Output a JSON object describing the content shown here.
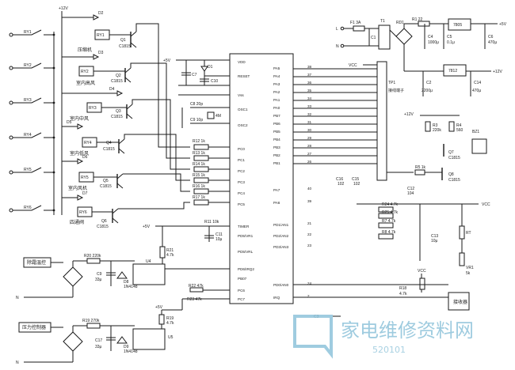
{
  "power": {
    "plus12": "+12V",
    "plus5": "+5V",
    "plus5_right": "+5V",
    "plus12_right": "+12V",
    "vcc": "VCC",
    "vcc_right": "VCC",
    "vcc_bottom": "VCC",
    "l_label": "L",
    "n_label": "N",
    "n_bottom1": "N",
    "n_bottom2": "N"
  },
  "relays": [
    {
      "conn": "RY1",
      "relay": "RY1",
      "diode": "D2",
      "transistor": "Q1",
      "part": "C1815",
      "load": "压缩机"
    },
    {
      "conn": "RY2",
      "relay": "RY2",
      "diode": "D3",
      "transistor": "Q2",
      "part": "C1815",
      "load": "室内高风"
    },
    {
      "conn": "RY3",
      "relay": "RY3",
      "diode": "D4",
      "transistor": "Q3",
      "part": "C1815",
      "load": "室内中风"
    },
    {
      "conn": "RY4",
      "relay": "RY4",
      "diode": "D5",
      "transistor": "Q4",
      "part": "C1815",
      "load": "室内低风"
    },
    {
      "conn": "RY5",
      "relay": "RY5",
      "diode": "D6",
      "transistor": "Q5",
      "part": "C1815",
      "load": "室内风机"
    },
    {
      "conn": "RY6",
      "relay": "RY6",
      "diode": "D7",
      "transistor": "Q6",
      "part": "C1815",
      "load": "四通阀"
    }
  ],
  "mcu": {
    "left_pins": [
      "VDD",
      "RESET",
      "Vss",
      "OSC1",
      "OSC2",
      "PC0",
      "PC1",
      "PC2",
      "PC3",
      "PC4",
      "PC5",
      "TIMER",
      "PD5/VR1",
      "PD5/VRL",
      "PD6/IRQ2",
      "PB07",
      "PC6",
      "PC7"
    ],
    "right_pins": [
      "PA5",
      "PA4",
      "PA3",
      "PA2",
      "PA1",
      "PA0",
      "PB7",
      "PB6",
      "PB5",
      "PB4",
      "PB3",
      "PB2",
      "PB1",
      "PA7",
      "PA6",
      "PD1/AN1",
      "PD2/AN2",
      "PD3/AN3",
      "PD0/AN0",
      "IRQ"
    ],
    "right_nums": [
      "38",
      "37",
      "36",
      "35",
      "34",
      "33",
      "32",
      "31",
      "30",
      "29",
      "28",
      "27",
      "26",
      "40",
      "39",
      "21",
      "22",
      "23",
      "24",
      "2"
    ]
  },
  "left_parts": {
    "r12": "R12  1k",
    "r13": "R13  1k",
    "r14": "R14  1k",
    "r15": "R15  1k",
    "r16": "R16  1k",
    "r17": "R17  1k",
    "c7": "C7",
    "c10": "C10",
    "d1": "D1",
    "c8": "C8  20p",
    "c9": "C9  10p",
    "x": "4M",
    "r11": "R11  10k",
    "c11": "C11",
    "c11v": "10μ",
    "r21": "R21",
    "r21v": "4.7k",
    "r22": "R22  47k",
    "r23": "R23  47k",
    "r19": "R19",
    "r19v": "4.7k"
  },
  "psu": {
    "f1": "F1  3A",
    "t1": "T1",
    "rd1": "RD1",
    "r1": "R1  22",
    "reg1": "7805",
    "reg2": "7812",
    "c4": "C4",
    "c4v": "1000μ",
    "c5": "C5",
    "c5v": "0.1μ",
    "c6": "C6",
    "c6v": "470μ",
    "c1": "C1",
    "c2": "C2",
    "c2v": "2200μ",
    "c14": "C14",
    "c14v": "470μ"
  },
  "right_parts": {
    "tp1": "TP1",
    "tp1_desc": "接线端子",
    "r3": "R3",
    "r3v": "220k",
    "r4": "R4",
    "r4v": "560",
    "bz1": "BZ1",
    "q7": "Q7",
    "q7p": "C1815",
    "r5": "R5  1k",
    "q8": "Q8",
    "q8p": "C1815",
    "c16": "C16",
    "c16v": "102",
    "c15": "C15",
    "c15v": "102",
    "c12": "C12",
    "c12v": "104",
    "r24": "R24  4.7k",
    "r25": "R25  4.7k",
    "r7": "R7  4.7k",
    "r8": "R8  4.7k",
    "c13": "C13",
    "c13v": "10μ",
    "rt": "RT",
    "vr1": "VR1",
    "vr1v": "5k",
    "r18": "R18",
    "r18v": "4.7k",
    "rx": "接收器",
    "c3": "C3"
  },
  "inputs": {
    "defrost": "除霜温控",
    "pressure": "压力控制器",
    "r20": "R20  220k",
    "c9": "C9",
    "c9v": "33μ",
    "d8": "D8",
    "d8p": "1N4148",
    "u4": "U4",
    "r19": "R19  270k",
    "c17": "C17",
    "c17v": "33μ",
    "d9": "D9",
    "d9p": "1N4148",
    "u5": "U5"
  },
  "watermark": {
    "text": "家电维修资料网",
    "url": "520101"
  }
}
